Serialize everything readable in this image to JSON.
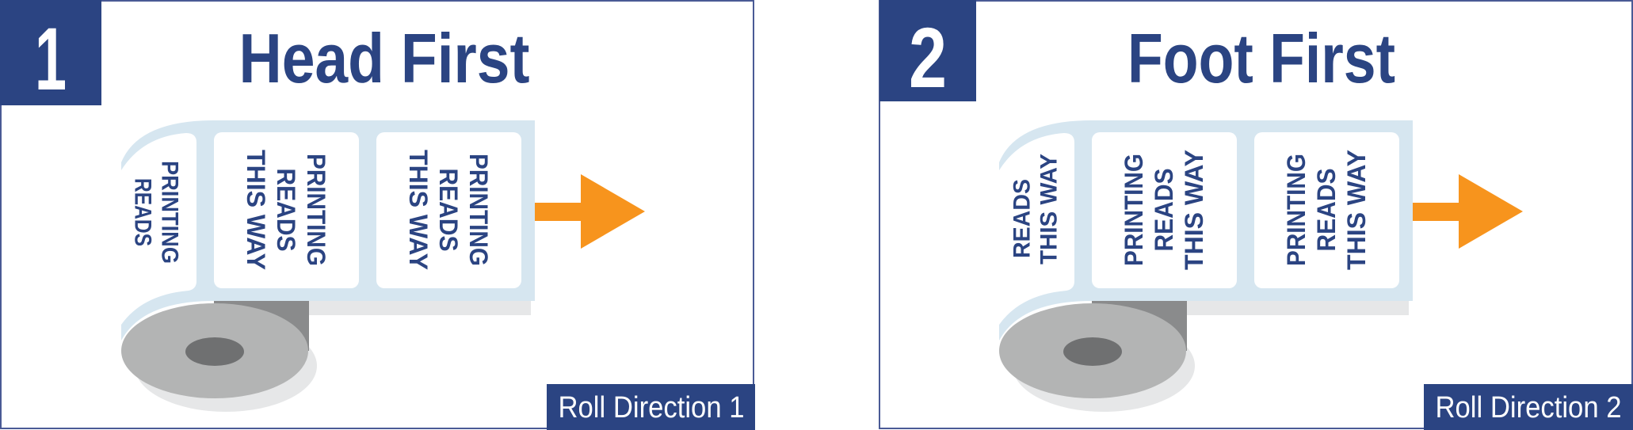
{
  "colors": {
    "navy": "#2b4482",
    "label_blue": "#d6e6f0",
    "arrow": "#f7941d",
    "roll": "#b3b4b4",
    "hub": "#6f7071"
  },
  "panels": [
    {
      "number": "1",
      "title": "Head First",
      "badge": "Roll Direction 1",
      "partial_lines": [
        "PRINTING",
        "READS"
      ],
      "cards": [
        {
          "lines": [
            "PRINTING",
            "READS",
            "THIS WAY"
          ]
        },
        {
          "lines": [
            "PRINTING",
            "READS",
            "THIS WAY"
          ]
        }
      ]
    },
    {
      "number": "2",
      "title": "Foot First",
      "badge": "Roll Direction 2",
      "partial_lines": [
        "READS",
        "THIS WAY"
      ],
      "cards": [
        {
          "lines": [
            "PRINTING",
            "READS",
            "THIS WAY"
          ]
        },
        {
          "lines": [
            "PRINTING",
            "READS",
            "THIS WAY"
          ]
        }
      ]
    }
  ]
}
